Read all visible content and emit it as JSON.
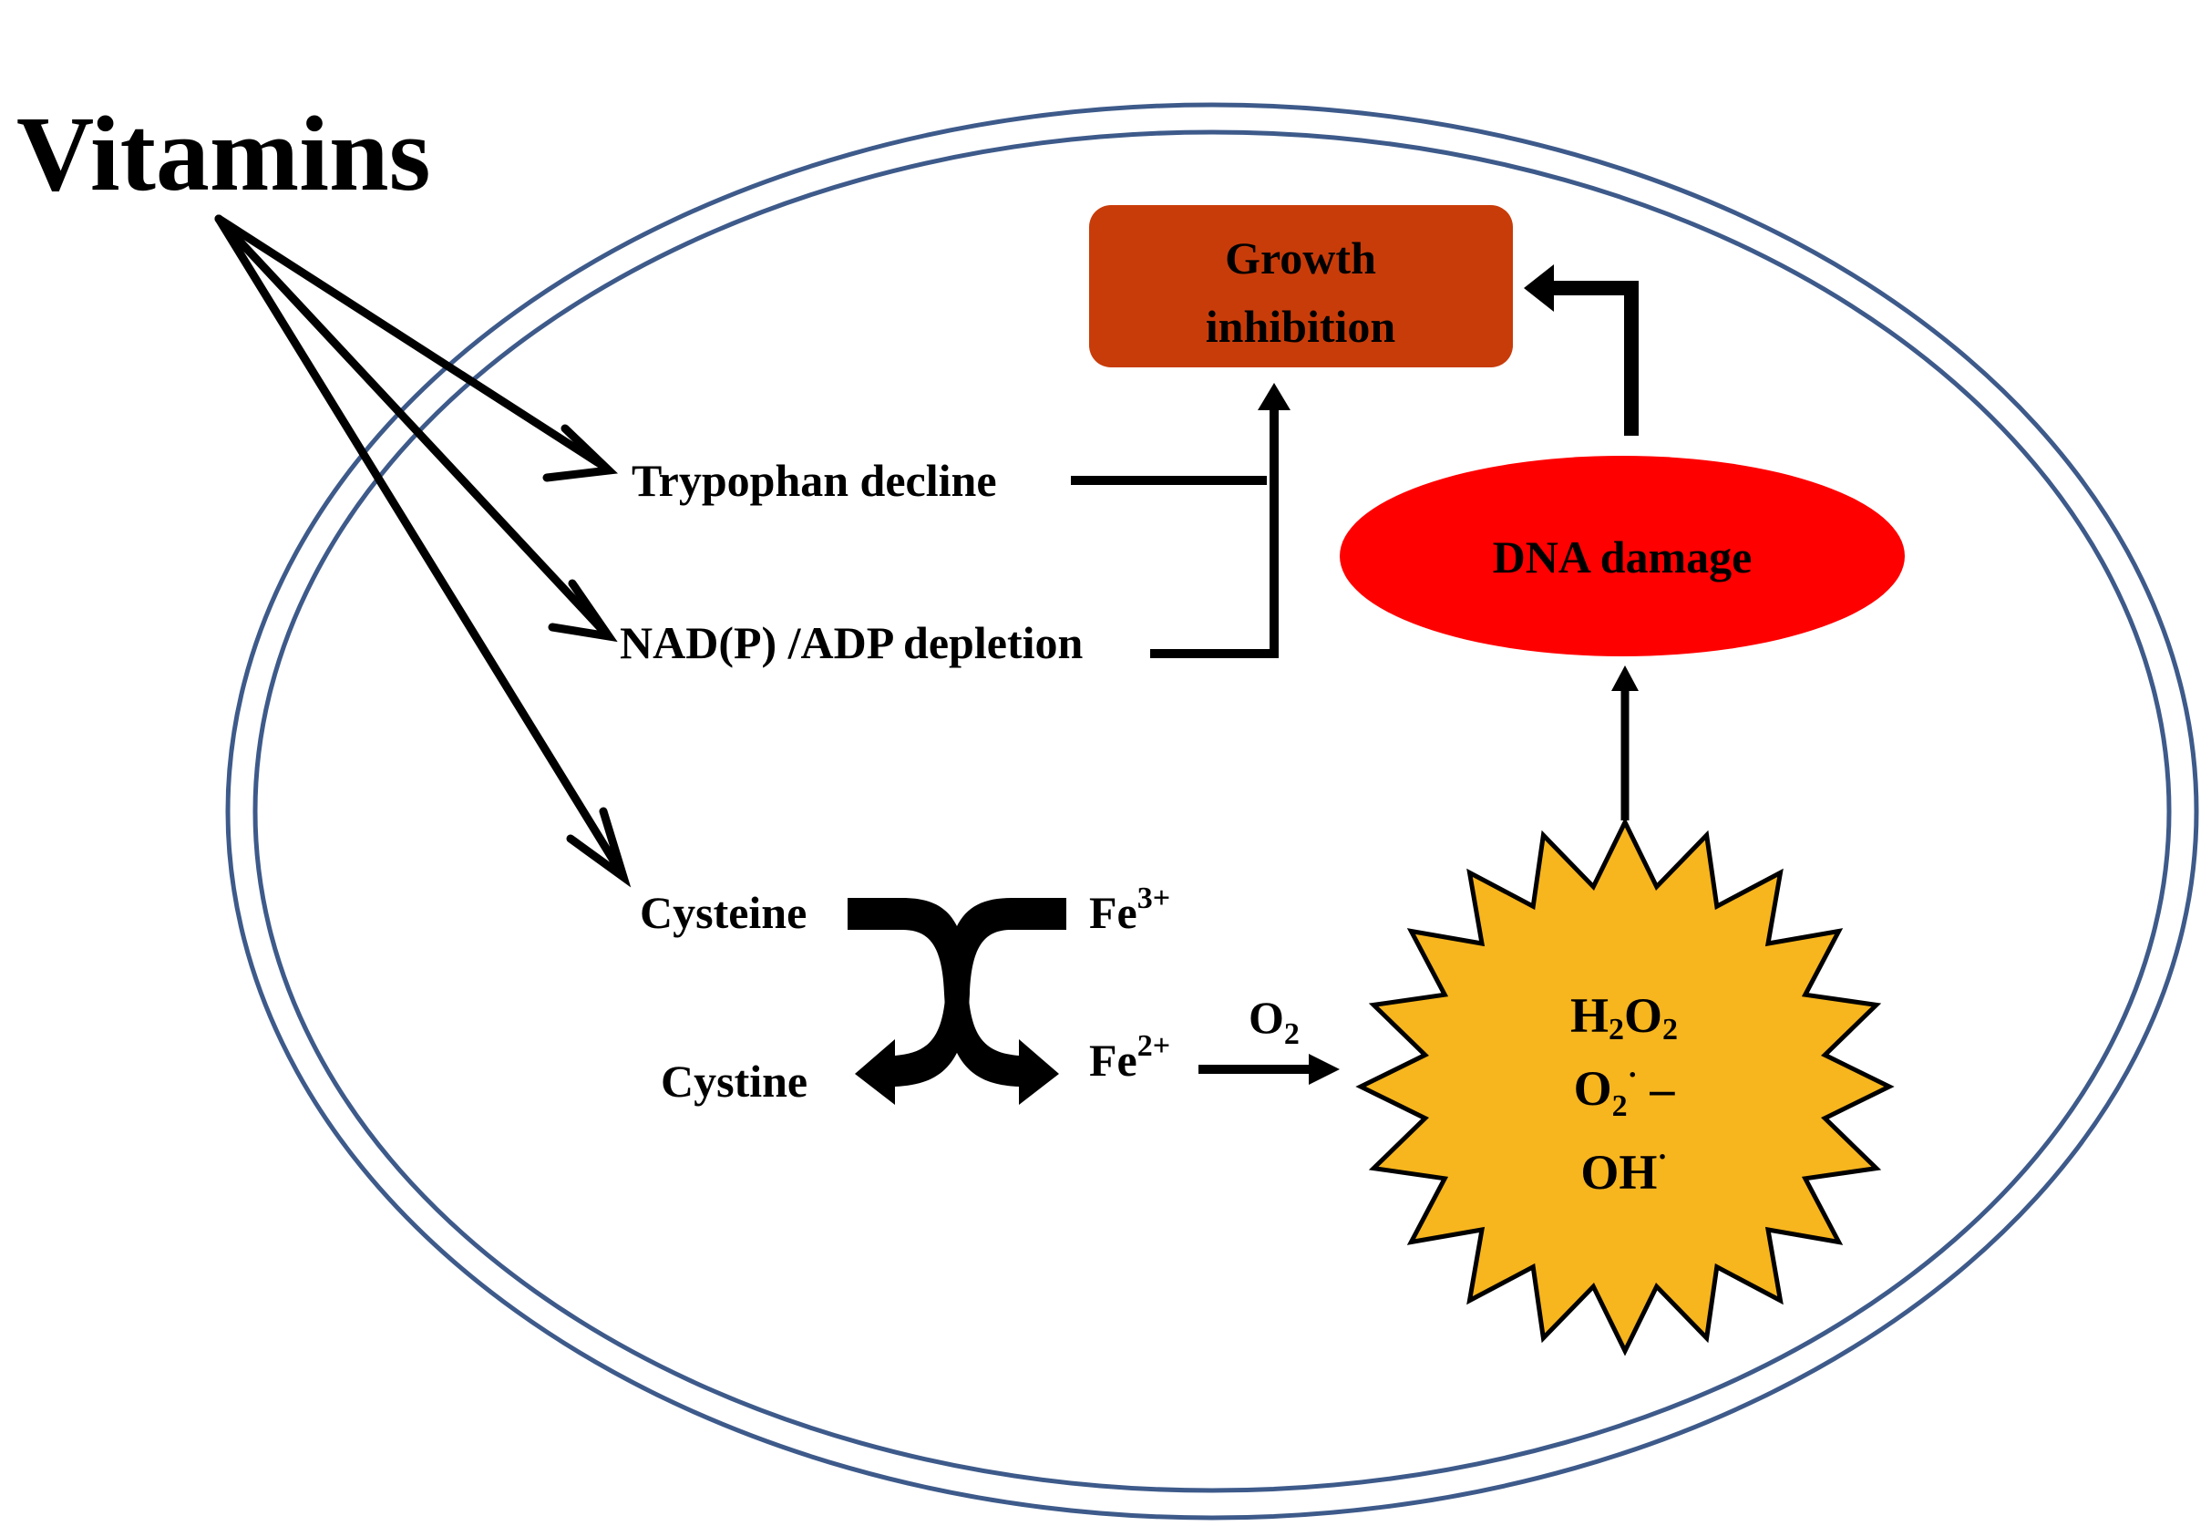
{
  "diagram": {
    "title": "Vitamins",
    "nodes": {
      "growth_inhibition": {
        "line1": "Growth",
        "line2": "inhibition"
      },
      "dna_damage": "DNA damage",
      "tryptophan_decline": "Trypophan  decline",
      "nadp_adp_depletion": "NAD(P) /ADP depletion",
      "cysteine": "Cysteine",
      "cystine": "Cystine",
      "fe3": {
        "base": "Fe",
        "charge": "3+"
      },
      "fe2": {
        "base": "Fe",
        "charge": "2+"
      },
      "oxygen": {
        "base": "O",
        "sub": "2"
      },
      "ros": {
        "h2o2": {
          "a": "H",
          "b": "2",
          "c": "O",
          "d": "2"
        },
        "superoxide": {
          "base": "O",
          "sub": "2",
          "sup": "·",
          "tail": " –"
        },
        "hydroxyl": {
          "base": "OH",
          "sup": "·"
        }
      }
    },
    "colors": {
      "membrane": "#3D5A8A",
      "growth_box": "#C83C0A",
      "dna_ellipse": "#FF0000",
      "ros_star": "#F7B51E",
      "arrows": "#000000"
    }
  }
}
